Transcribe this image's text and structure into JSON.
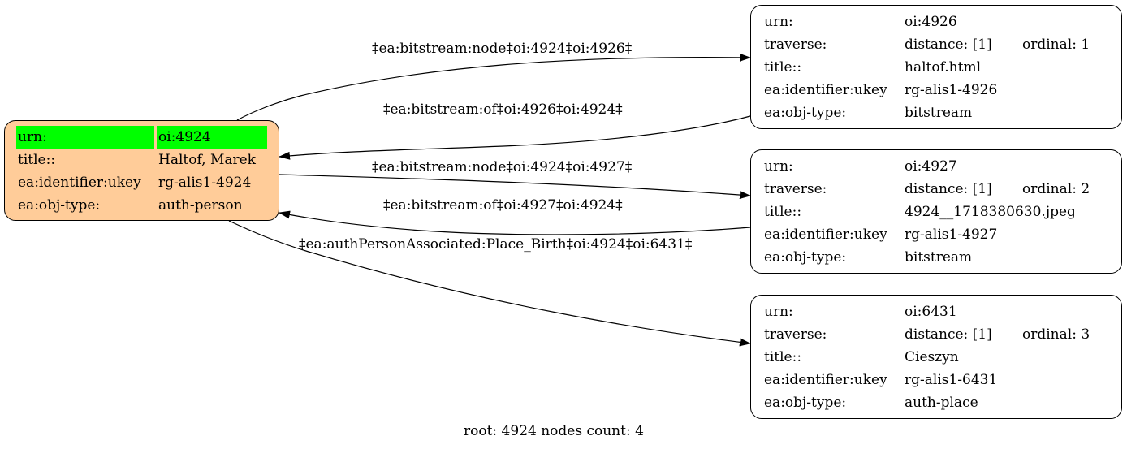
{
  "nodes": [
    {
      "id": "n4924",
      "root": true,
      "rows": [
        {
          "key": "urn:",
          "value": "oi:4924",
          "highlight": true
        },
        {
          "key": "title::",
          "value": "Haltof, Marek"
        },
        {
          "key": "ea:identifier:ukey",
          "value": "rg-alis1-4924"
        },
        {
          "key": "ea:obj-type:",
          "value": "auth-person"
        }
      ]
    },
    {
      "id": "n4926",
      "rows": [
        {
          "key": "urn:",
          "value": "oi:4926"
        },
        {
          "key": "traverse:",
          "value": "distance: [1]",
          "extra": "ordinal: 1"
        },
        {
          "key": "title::",
          "value": "haltof.html"
        },
        {
          "key": "ea:identifier:ukey",
          "value": "rg-alis1-4926"
        },
        {
          "key": "ea:obj-type:",
          "value": "bitstream"
        }
      ]
    },
    {
      "id": "n4927",
      "rows": [
        {
          "key": "urn:",
          "value": "oi:4927"
        },
        {
          "key": "traverse:",
          "value": "distance: [1]",
          "extra": "ordinal: 2"
        },
        {
          "key": "title::",
          "value": "4924__1718380630.jpeg"
        },
        {
          "key": "ea:identifier:ukey",
          "value": "rg-alis1-4927"
        },
        {
          "key": "ea:obj-type:",
          "value": "bitstream"
        }
      ]
    },
    {
      "id": "n6431",
      "rows": [
        {
          "key": "urn:",
          "value": "oi:6431"
        },
        {
          "key": "traverse:",
          "value": "distance: [1]",
          "extra": "ordinal: 3"
        },
        {
          "key": "title::",
          "value": "Cieszyn"
        },
        {
          "key": "ea:identifier:ukey",
          "value": "rg-alis1-6431"
        },
        {
          "key": "ea:obj-type:",
          "value": "auth-place"
        }
      ]
    }
  ],
  "edges": [
    {
      "from": "n4924",
      "to": "n4926",
      "label": "‡ea:bitstream:node‡oi:4924‡oi:4926‡"
    },
    {
      "from": "n4926",
      "to": "n4924",
      "label": "‡ea:bitstream:of‡oi:4926‡oi:4924‡"
    },
    {
      "from": "n4924",
      "to": "n4927",
      "label": "‡ea:bitstream:node‡oi:4924‡oi:4927‡"
    },
    {
      "from": "n4927",
      "to": "n4924",
      "label": "‡ea:bitstream:of‡oi:4927‡oi:4924‡"
    },
    {
      "from": "n4924",
      "to": "n6431",
      "label": "‡ea:authPersonAssociated:Place_Birth‡oi:4924‡oi:6431‡"
    }
  ],
  "footer": "root: 4924 nodes count: 4",
  "colors": {
    "root_fill": "#ffcc99",
    "highlight": "#00ff00",
    "stroke": "#000000",
    "node_fill": "#ffffff"
  }
}
